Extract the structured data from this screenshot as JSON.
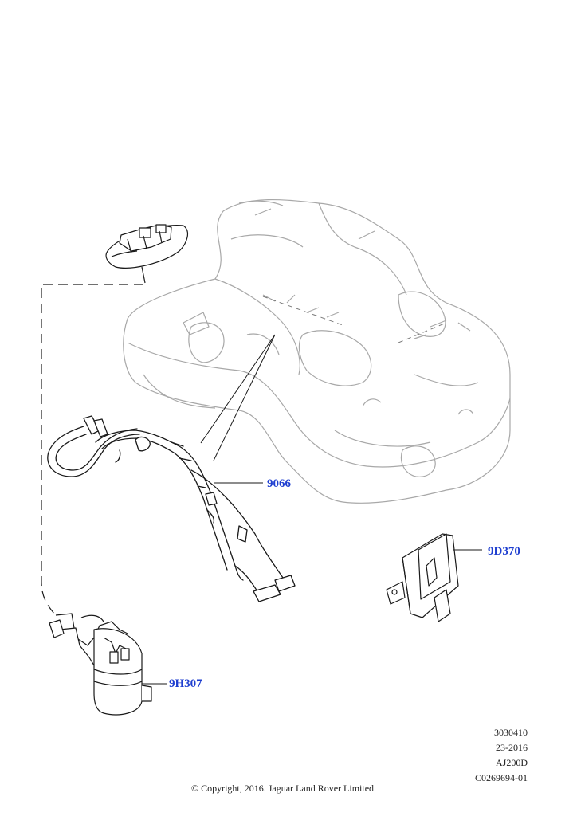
{
  "callouts": {
    "harness": "9066",
    "control_module": "9D370",
    "pump": "9H307"
  },
  "meta": {
    "line1": "3030410",
    "line2": "23-2016",
    "line3": "AJ200D",
    "line4": "C0269694-01"
  },
  "copyright": "© Copyright, 2016. Jaguar Land Rover Limited.",
  "colors": {
    "callout": "#1f3fd0",
    "ghost": "#9a9a9a",
    "part": "#1a1a1a"
  }
}
